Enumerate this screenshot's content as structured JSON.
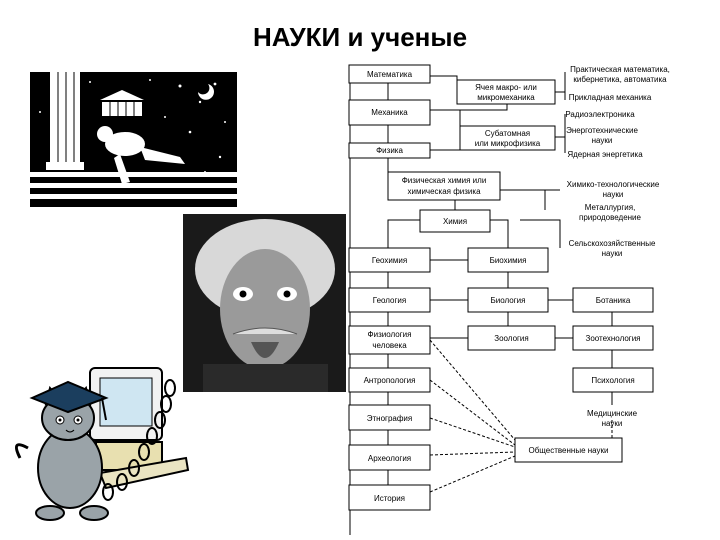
{
  "title": "НАУКИ и ученые",
  "images": {
    "astronomer": "astronomer-drawing",
    "portrait": "einstein-photo",
    "cat": "cat-computer-cartoon"
  },
  "nodes": {
    "matematika": "Математика",
    "mekhanika": "Механика",
    "fizika": "Физика",
    "fizkhim": [
      "Физическая химия или",
      "химическая физика"
    ],
    "khimiya": "Химия",
    "geokhimiya": "Геохимия",
    "biokhimiya": "Биохимия",
    "geologiya": "Геология",
    "biologiya": "Биология",
    "botanika": "Ботаника",
    "fiziologiya": [
      "Физиология",
      "человека"
    ],
    "zoologiya": "Зоология",
    "zootekhnika": "Зоотехнология",
    "antropologiya": "Антропология",
    "psikhologiya": "Психология",
    "etnografiya": "Этнография",
    "arkheologiya": "Археология",
    "istoriya": "История",
    "mikromekh": [
      "Ячея макро- или",
      "микромеханика"
    ],
    "subatom": [
      "Субатомная",
      "или микрофизика"
    ],
    "obshch": "Общественные науки"
  },
  "applied": {
    "prikl_mat": [
      "Практическая математика,",
      "кибернетика, автоматика"
    ],
    "prikl_mekh": "Прикладная механика",
    "radio": "Радиоэлектроника",
    "energo": [
      "Энерготехнические",
      "науки"
    ],
    "yadernaya": "Ядерная энергетика",
    "khimtekh": [
      "Химико-технологические",
      "науки"
    ],
    "metallurgiya": [
      "Металлургия,",
      "природоведение"
    ],
    "selkhoz": [
      "Сельскохозяйственные",
      "науки"
    ],
    "medicina": [
      "Медицинские",
      "науки"
    ]
  }
}
